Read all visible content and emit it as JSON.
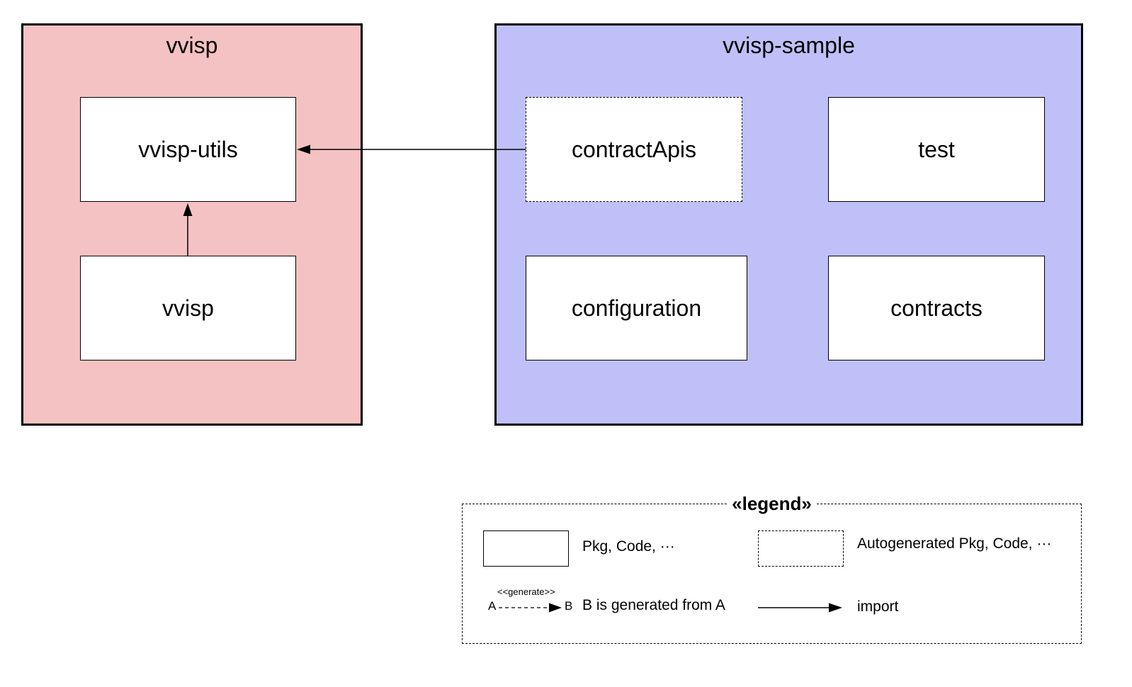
{
  "containers": {
    "vvisp": {
      "title": "vvisp",
      "fill": "#f4c2c2"
    },
    "vvisp_sample": {
      "title": "vvisp-sample",
      "fill": "#bfc0f7"
    }
  },
  "nodes": {
    "vvisp_utils": "vvisp-utils",
    "vvisp": "vvisp",
    "contract_apis": "contractApis",
    "test": "test",
    "configuration": "configuration",
    "contracts": "contracts"
  },
  "edges": [
    {
      "from": "vvisp",
      "to": "vvisp-utils",
      "type": "import"
    },
    {
      "from": "contractApis",
      "to": "vvisp-utils",
      "type": "import"
    }
  ],
  "legend": {
    "title": "«legend»",
    "solid_box_label": "Pkg, Code, ···",
    "dashed_box_label": "Autogenerated Pkg, Code, ···",
    "generate_stereotype": "<<generate>>",
    "generate_from": "A",
    "generate_to": "B",
    "generated_label": "B is generated from A",
    "import_label": "import"
  }
}
